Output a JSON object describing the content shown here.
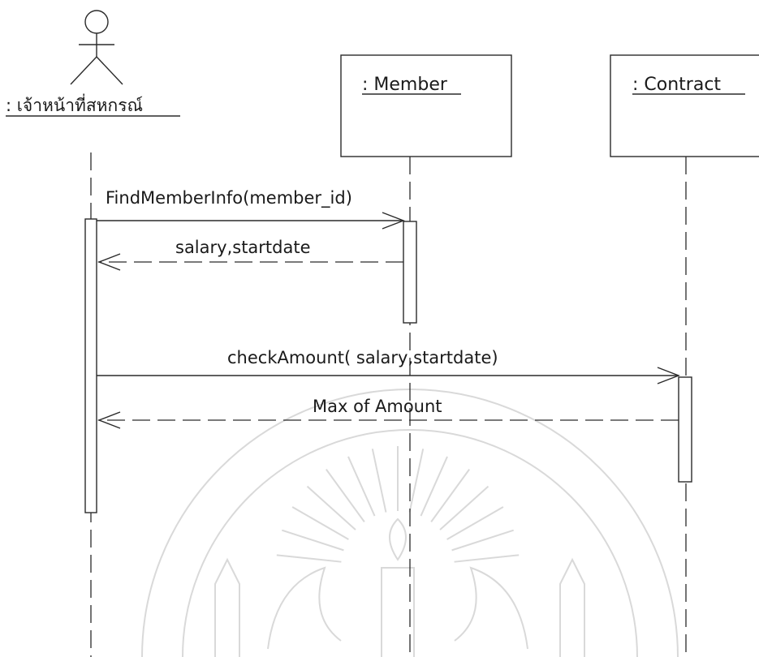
{
  "actor": {
    "label": ": เจ้าหน้าที่สหกรณ์",
    "icon": "stick-figure-icon"
  },
  "objects": [
    {
      "id": "member",
      "label": ": Member"
    },
    {
      "id": "contract",
      "label": ": Contract"
    }
  ],
  "messages": [
    {
      "id": "m1",
      "from": "actor",
      "to": "member",
      "kind": "call",
      "label": "FindMemberInfo(member_id)"
    },
    {
      "id": "m2",
      "from": "member",
      "to": "actor",
      "kind": "return",
      "label": "salary,startdate"
    },
    {
      "id": "m3",
      "from": "actor",
      "to": "contract",
      "kind": "call",
      "label": "checkAmount( salary,startdate)"
    },
    {
      "id": "m4",
      "from": "contract",
      "to": "actor",
      "kind": "return",
      "label": "Max of Amount"
    }
  ],
  "watermark": {
    "icon": "university-seal-icon",
    "color": "#d9d9d9"
  }
}
